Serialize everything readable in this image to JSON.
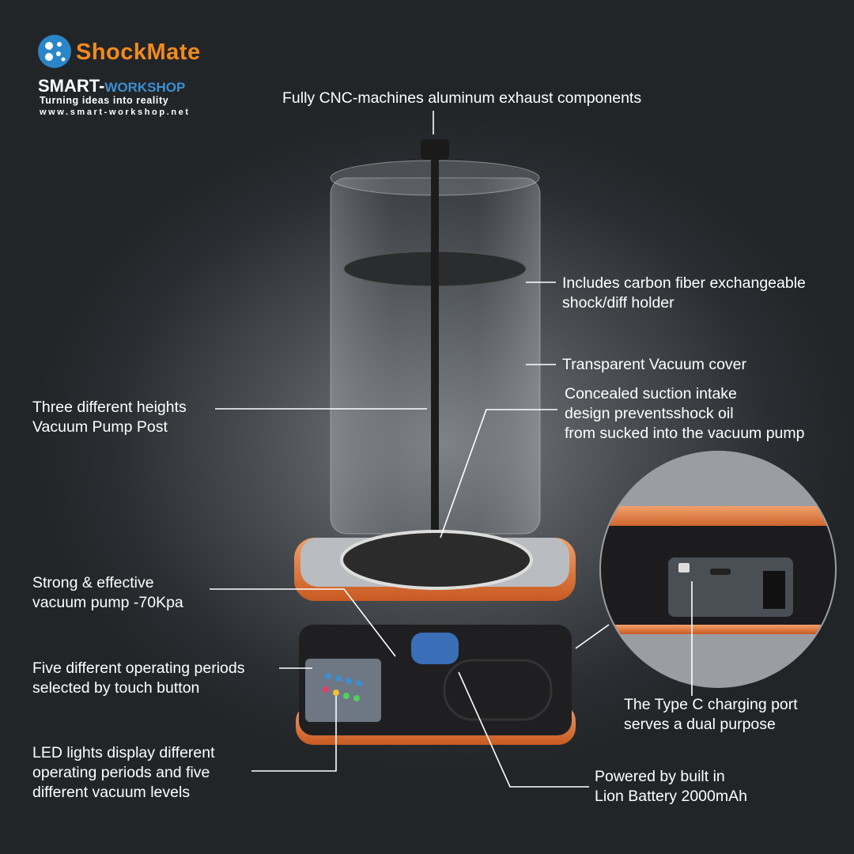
{
  "logo": {
    "brand": "ShockMate",
    "company_main": "SMART-",
    "company_accent": "WORKSHOP",
    "tagline": "Turning ideas into reality",
    "url": "www.smart-workshop.net"
  },
  "callouts": {
    "exhaust": "Fully CNC-machines aluminum exhaust components",
    "holder_1": "Includes carbon fiber exchangeable",
    "holder_2": "shock/diff holder",
    "cover": "Transparent Vacuum cover",
    "intake_1": "Concealed suction intake",
    "intake_2": "design preventsshock oil",
    "intake_3": "from sucked into the vacuum pump",
    "post_1": "Three different heights",
    "post_2": "Vacuum Pump Post",
    "pump_1": "Strong & effective",
    "pump_2": "vacuum pump -70Kpa",
    "periods_1": "Five different operating periods",
    "periods_2": "selected by touch button",
    "led_1": "LED lights display different",
    "led_2": "operating periods and five",
    "led_3": "different vacuum levels",
    "typec_1": "The Type C charging port",
    "typec_2": "serves a dual purpose",
    "battery_1": "Powered by built in",
    "battery_2": "Lion Battery 2000mAh"
  },
  "colors": {
    "accent_orange": "#e8743a",
    "brand_blue": "#2a86c8"
  }
}
